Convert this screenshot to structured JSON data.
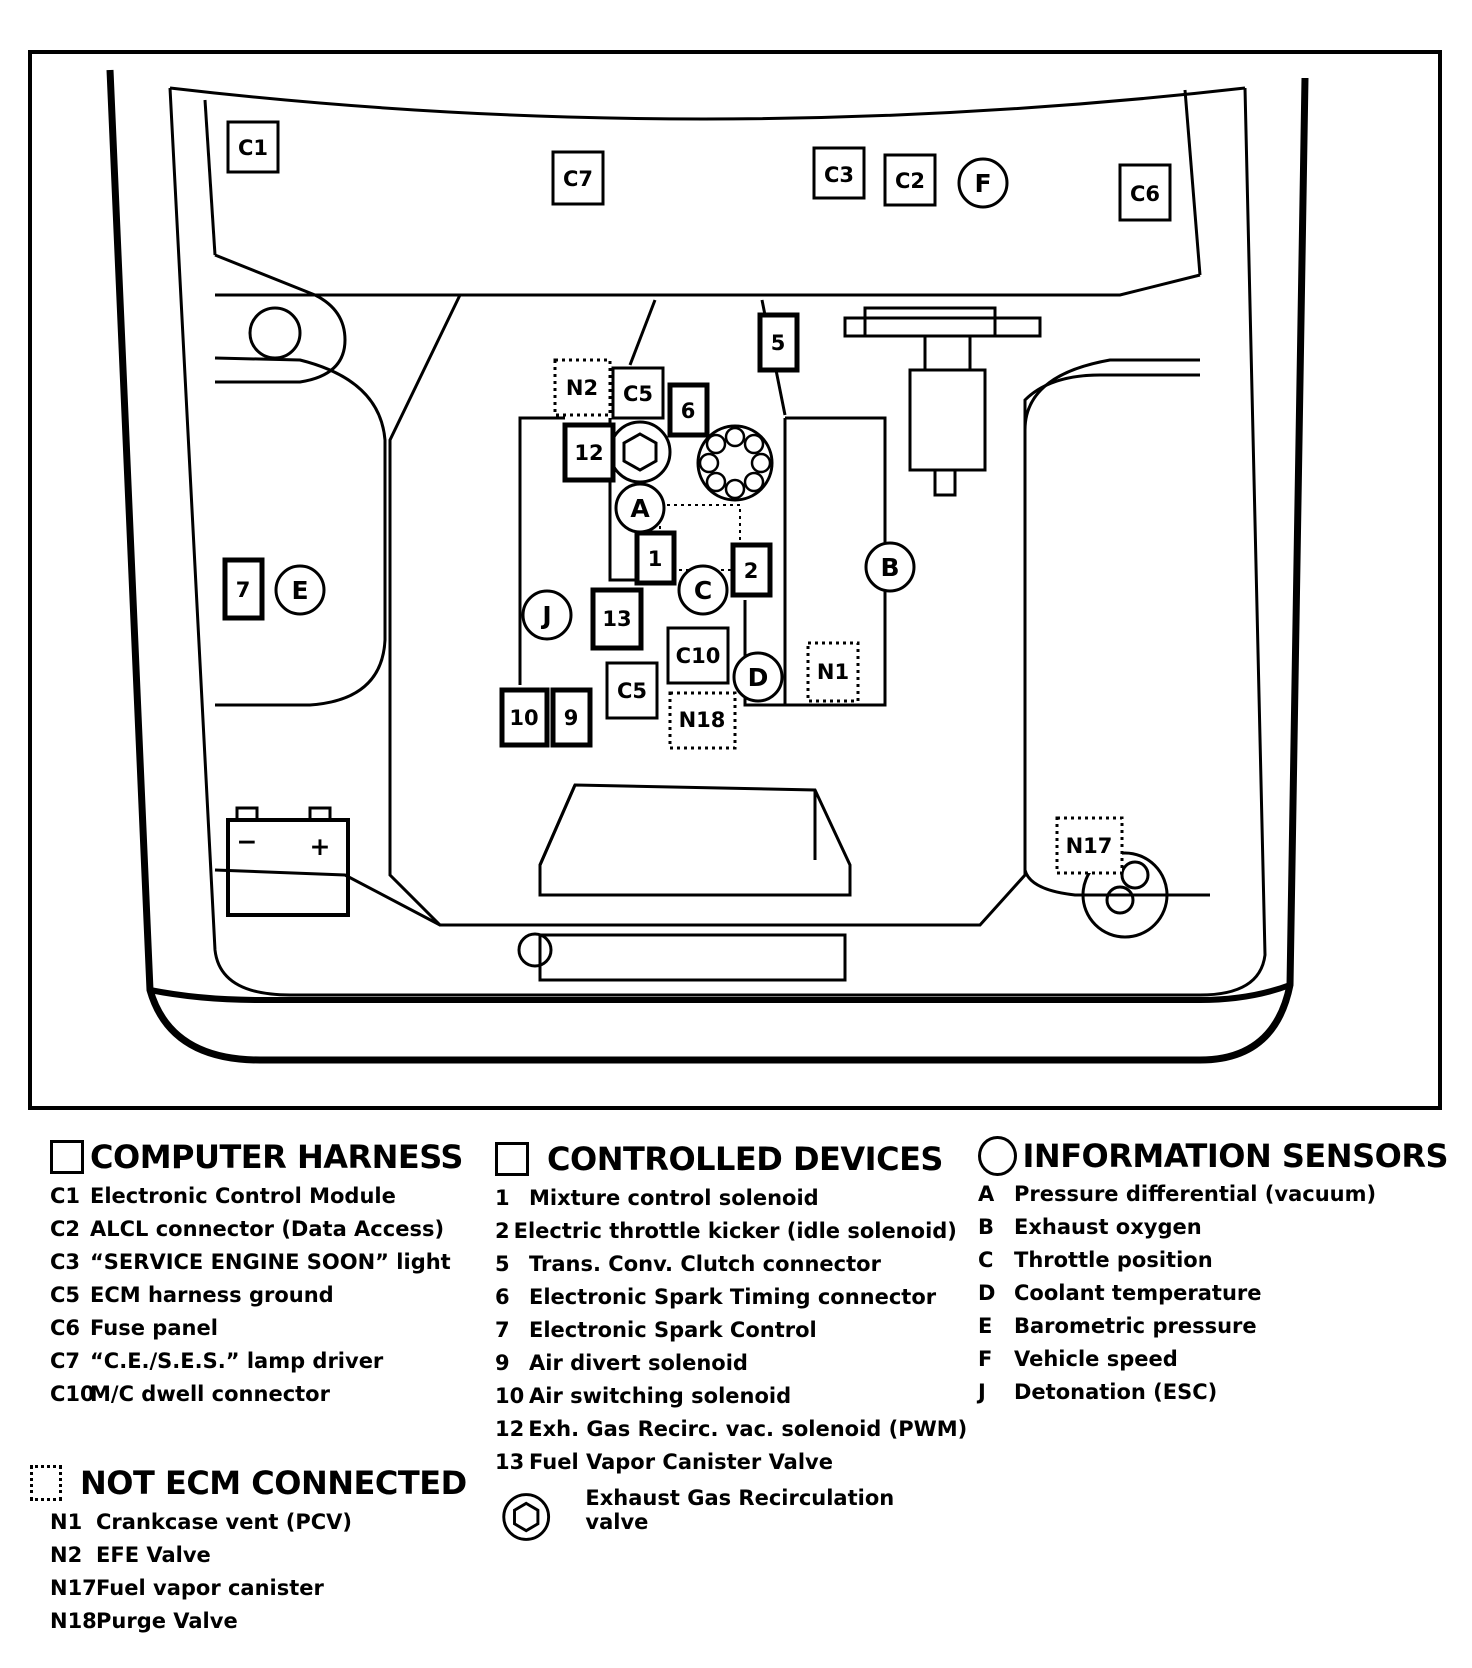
{
  "diagram": {
    "labels": {
      "c1": "C1",
      "c7": "C7",
      "c3": "C3",
      "c2": "C2",
      "c6": "C6",
      "f": "F",
      "five": "5",
      "n2": "N2",
      "c5_top": "C5",
      "six": "6",
      "twelve": "12",
      "a": "A",
      "one": "1",
      "two": "2",
      "c": "C",
      "b": "B",
      "j": "J",
      "thirteen": "13",
      "c10": "C10",
      "d": "D",
      "n1": "N1",
      "c5_bottom": "C5",
      "n18": "N18",
      "ten": "10",
      "nine": "9",
      "seven": "7",
      "e": "E",
      "n17": "N17",
      "battery_minus": "−",
      "battery_plus": "+"
    }
  },
  "legend": {
    "computer_harness": {
      "title": "COMPUTER HARNESS",
      "items": [
        {
          "code": "C1",
          "label": "Electronic Control Module"
        },
        {
          "code": "C2",
          "label": "ALCL connector (Data Access)"
        },
        {
          "code": "C3",
          "label": "“SERVICE ENGINE SOON” light"
        },
        {
          "code": "C5",
          "label": "ECM harness ground"
        },
        {
          "code": "C6",
          "label": "Fuse panel"
        },
        {
          "code": "C7",
          "label": "“C.E./S.E.S.” lamp driver"
        },
        {
          "code": "C10",
          "label": "M/C dwell connector"
        }
      ]
    },
    "controlled_devices": {
      "title": "CONTROLLED DEVICES",
      "items": [
        {
          "code": "1",
          "label": "Mixture control solenoid"
        },
        {
          "code": "2",
          "label": "Electric throttle kicker (idle solenoid)"
        },
        {
          "code": "5",
          "label": "Trans. Conv. Clutch connector"
        },
        {
          "code": "6",
          "label": "Electronic Spark Timing connector"
        },
        {
          "code": "7",
          "label": "Electronic Spark Control"
        },
        {
          "code": "9",
          "label": "Air divert solenoid"
        },
        {
          "code": "10",
          "label": "Air switching solenoid"
        },
        {
          "code": "12",
          "label": "Exh. Gas Recirc. vac. solenoid (PWM)"
        },
        {
          "code": "13",
          "label": "Fuel Vapor Canister Valve"
        }
      ],
      "egr_label": "Exhaust Gas Recirculation valve"
    },
    "information_sensors": {
      "title": "INFORMATION SENSORS",
      "items": [
        {
          "code": "A",
          "label": "Pressure differential (vacuum)"
        },
        {
          "code": "B",
          "label": "Exhaust oxygen"
        },
        {
          "code": "C",
          "label": "Throttle position"
        },
        {
          "code": "D",
          "label": "Coolant temperature"
        },
        {
          "code": "E",
          "label": "Barometric pressure"
        },
        {
          "code": "F",
          "label": "Vehicle speed"
        },
        {
          "code": "J",
          "label": "Detonation (ESC)"
        }
      ]
    },
    "not_ecm": {
      "title": "NOT ECM CONNECTED",
      "items": [
        {
          "code": "N1",
          "label": "Crankcase vent (PCV)"
        },
        {
          "code": "N2",
          "label": "EFE  Valve"
        },
        {
          "code": "N17",
          "label": "Fuel vapor canister"
        },
        {
          "code": "N18",
          "label": "Purge Valve"
        }
      ]
    }
  }
}
